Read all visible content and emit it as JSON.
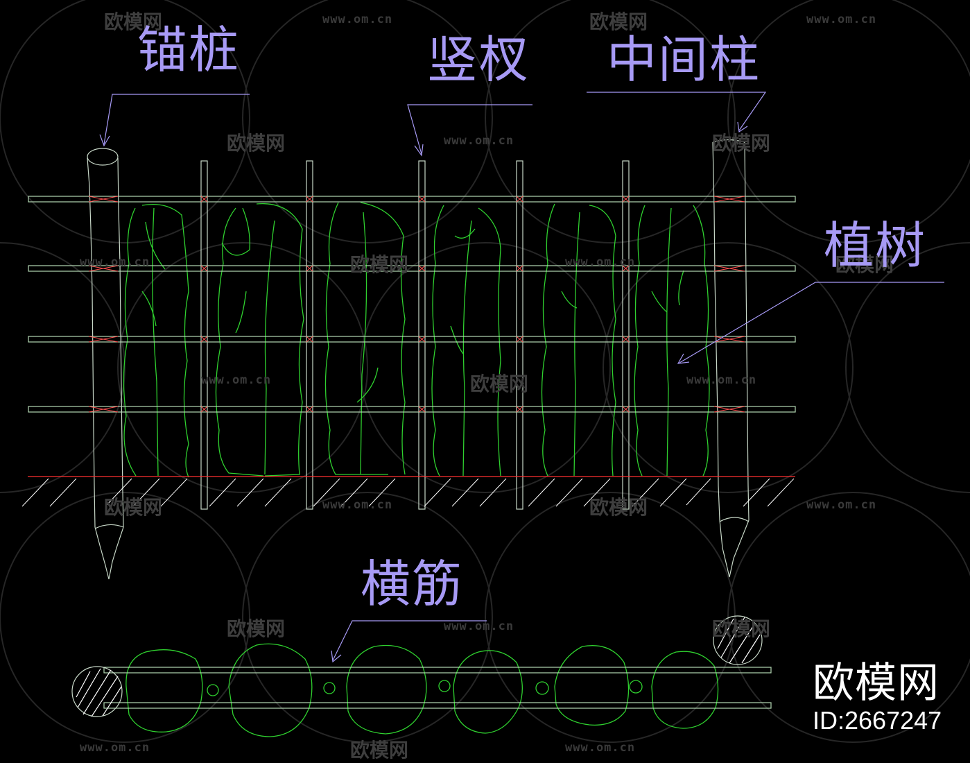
{
  "labels": {
    "anchor_pile": "锚桩",
    "vertical_stake": "竖杈",
    "middle_post": "中间柱",
    "planting": "植树",
    "horizontal_bar": "横筋"
  },
  "watermark": {
    "url": "www.om.cn",
    "brand": "欧模网"
  },
  "brand": {
    "name": "欧模网",
    "id": "ID:2667247"
  },
  "colors": {
    "background": "#000000",
    "label": "#a79af5",
    "rail": "#b4d8b4",
    "plant": "#2fd02f",
    "ground": "#ff3030",
    "hatch": "#ffffff",
    "tie": "#ff5050"
  }
}
